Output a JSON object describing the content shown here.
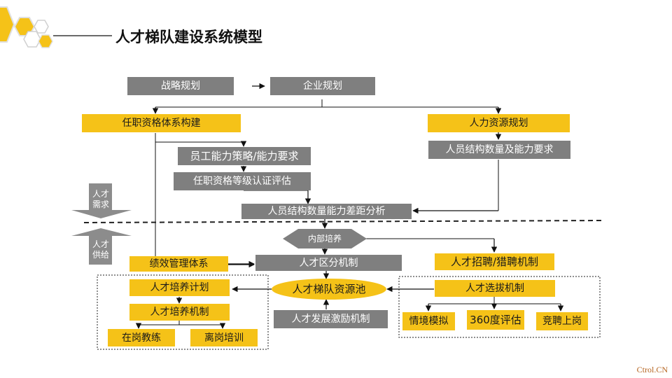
{
  "title": "人才梯队建设系统模型",
  "watermark": "Ctrol.CN",
  "colors": {
    "accent": "#f5c218",
    "gray_box": "#7f7f7f",
    "divider": "#222222"
  },
  "nodes": {
    "strategy": "战略规划",
    "enterprise": "企业规划",
    "qualification_system": "任职资格体系构建",
    "hr_planning": "人力资源规划",
    "staff_ability_strategy": "员工能力策略/能力要求",
    "personnel_structure_req": "人员结构数量及能力要求",
    "qualification_grade_eval": "任职资格等级认证评估",
    "gap_analysis": "人员结构数量能力差距分析",
    "internal_training": "内部培养",
    "performance_system": "绩效管理体系",
    "talent_distinction": "人才区分机制",
    "recruit_headhunt": "人才招聘/猎聘机制",
    "training_plan": "人才培养计划",
    "talent_pool": "人才梯队资源池",
    "selection_mechanism": "人才选拔机制",
    "training_mechanism": "人才培养机制",
    "development_incentive": "人才发展激励机制",
    "scenario_sim": "情境模拟",
    "eval_360": "360度评估",
    "competitive_post": "竞聘上岗",
    "on_job_coaching": "在岗教练",
    "off_job_training": "离岗培训"
  },
  "side_labels": {
    "demand": [
      "人才",
      "需求"
    ],
    "supply": [
      "人才",
      "供给"
    ]
  }
}
